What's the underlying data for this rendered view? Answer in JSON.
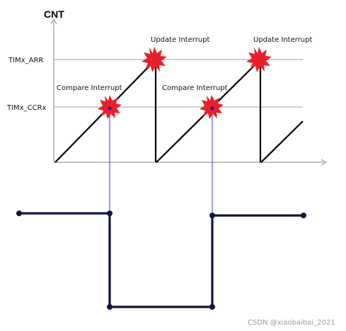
{
  "counter": {
    "axis_label": "CNT",
    "arr_label": "TIMx_ARR",
    "ccr_label": "TIMx_CCRx"
  },
  "events": {
    "update_interrupt": "Update Interrupt",
    "compare_interrupt": "Compare Interrupt"
  },
  "watermark": "CSDN @xiaobaibai_2021",
  "colors": {
    "counter_line": "#000000",
    "reference_line": "#9a9a9a",
    "axis": "#9a9a9a",
    "burst": "#e8202a",
    "marker_dot": "#1a22b0",
    "projection_line": "#3a3ad0",
    "pwm_line": "#10153a"
  },
  "icons": {
    "interrupt_marker": "starburst-icon"
  }
}
